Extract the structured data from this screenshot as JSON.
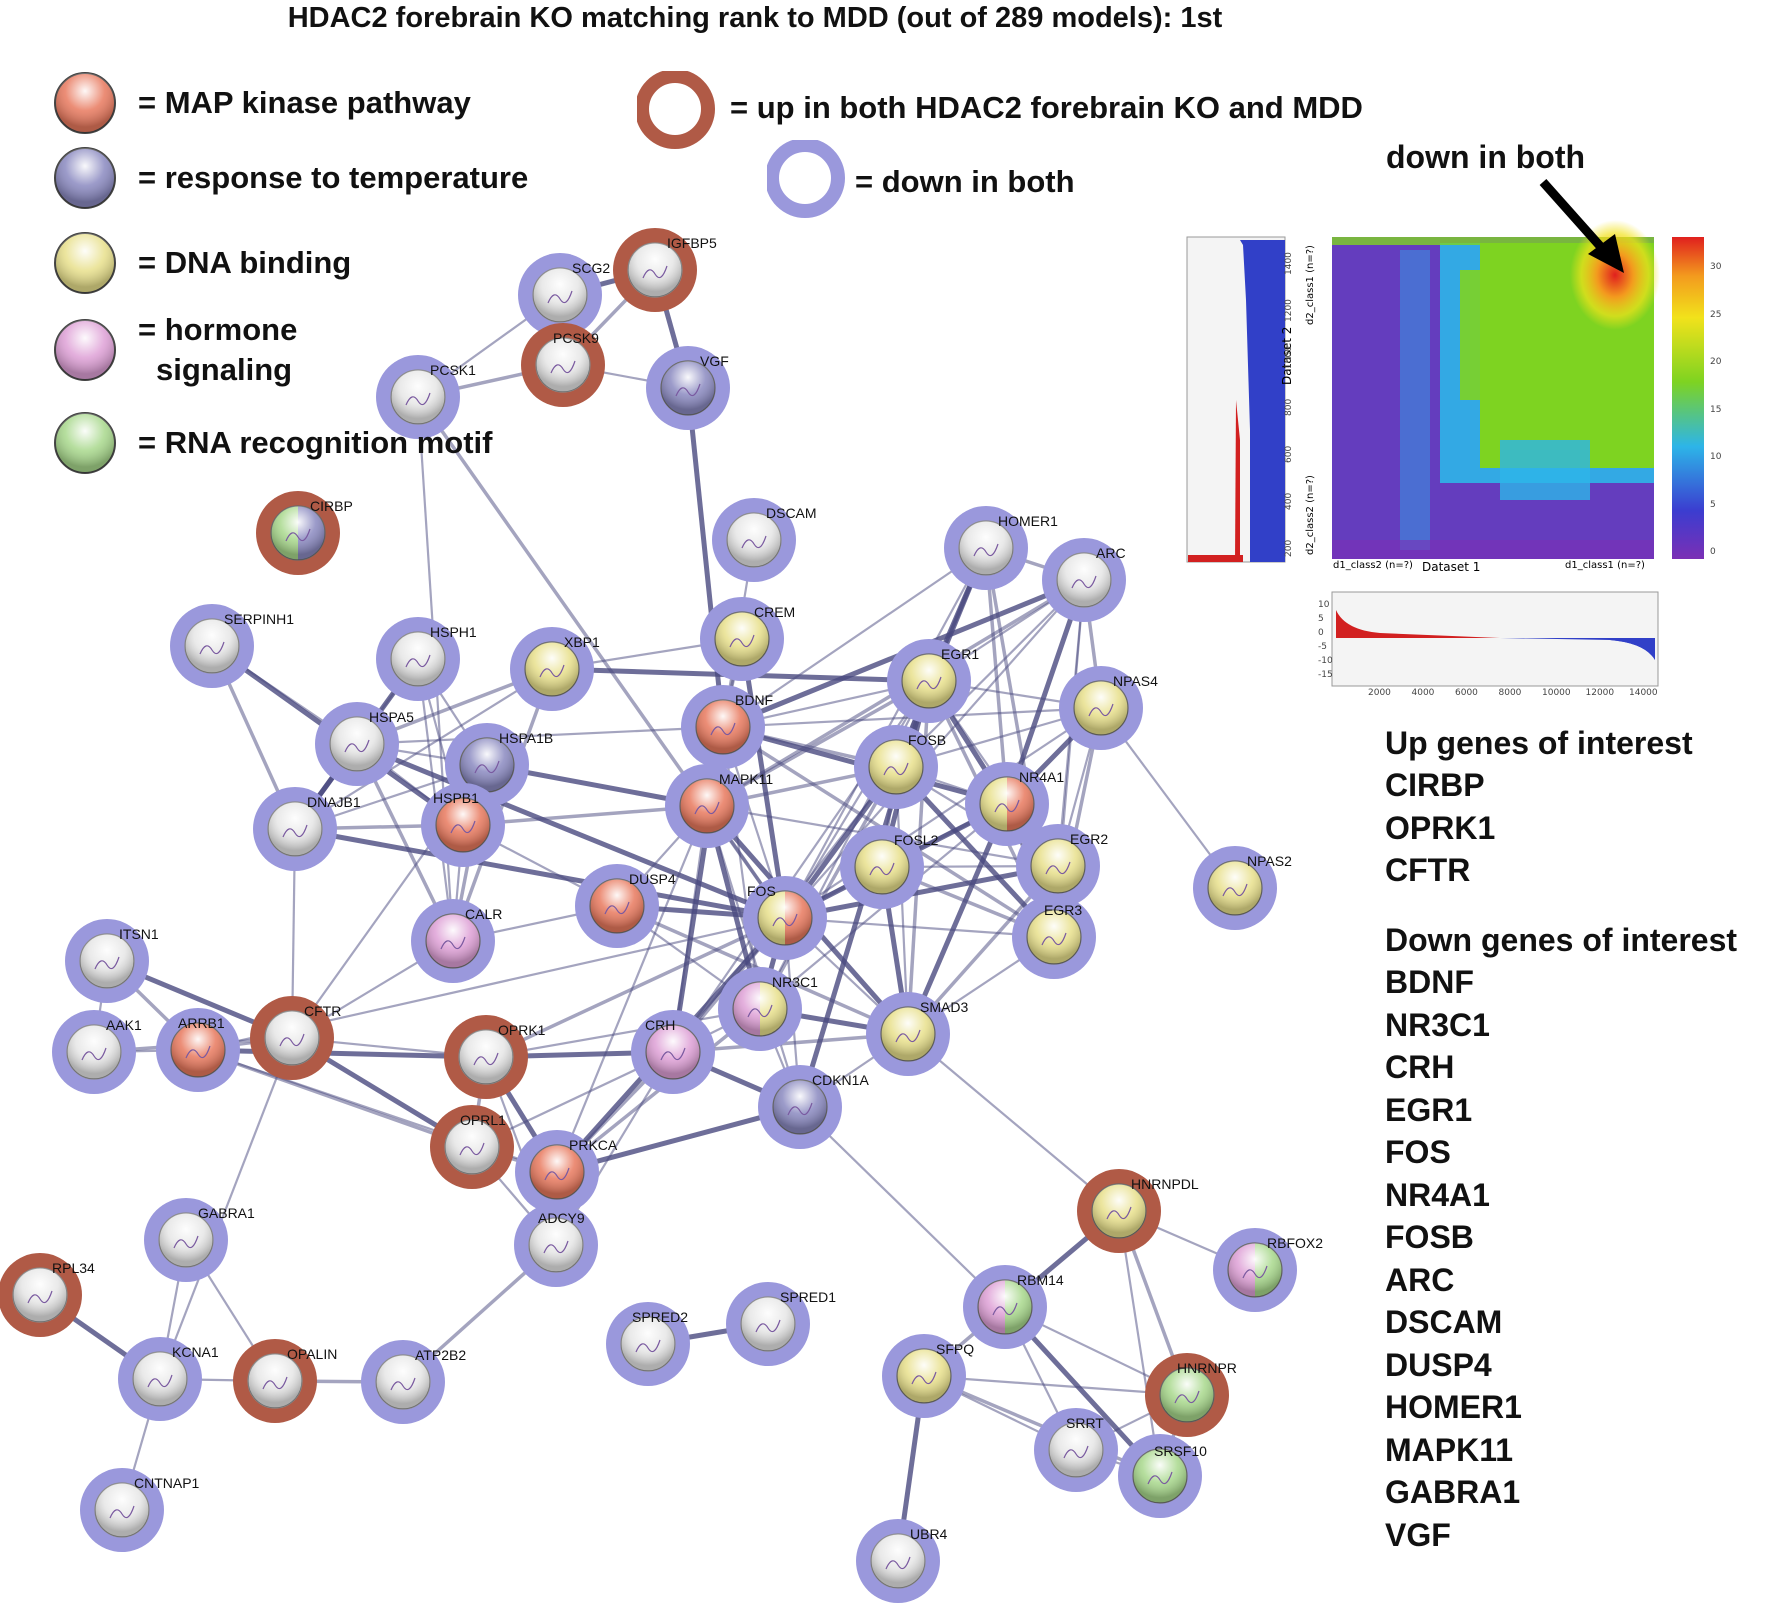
{
  "title": "HDAC2 forebrain KO matching rank to MDD (out of 289 models): 1st",
  "legend_categories": [
    {
      "key": "map",
      "label": "= MAP kinase pathway",
      "color": "#e8795e"
    },
    {
      "key": "temp",
      "label": "= response to temperature",
      "color": "#8a89c0"
    },
    {
      "key": "dna",
      "label": "= DNA binding",
      "color": "#e8e08c"
    },
    {
      "key": "hormone",
      "label": "= hormone",
      "label2": "signaling",
      "color": "#dea0d6"
    },
    {
      "key": "rna",
      "label": "= RNA recognition motif",
      "color": "#a8d88c"
    }
  ],
  "legend_rings": {
    "up": {
      "label": "= up in both HDAC2 forebrain KO and MDD",
      "color": "#b05a46"
    },
    "down": {
      "label": "= down in both",
      "color": "#9a98dc"
    }
  },
  "annotation": "down in both",
  "genes_up": {
    "title": "Up genes of interest",
    "items": [
      "CIRBP",
      "OPRK1",
      "CFTR"
    ]
  },
  "genes_down": {
    "title": "Down genes of interest",
    "items": [
      "BDNF",
      "NR3C1",
      "CRH",
      "EGR1",
      "FOS",
      "NR4A1",
      "FOSB",
      "ARC",
      "DSCAM",
      "DUSP4",
      "HOMER1",
      "MAPK11",
      "GABRA1",
      "VGF"
    ]
  },
  "heatmap": {
    "xlabel": "Dataset 1",
    "ylabel": "Dataset 2",
    "x_left": "d1_class2 (n=?)",
    "x_right": "d1_class1 (n=?)",
    "y_top": "d2_class1 (n=?)",
    "y_bottom": "d2_class2 (n=?)",
    "colorbar_ticks": [
      "30",
      "25",
      "20",
      "15",
      "10",
      "5",
      "0"
    ],
    "side_ticks": [
      "1400",
      "1200",
      "1000",
      "800",
      "600",
      "400",
      "200"
    ],
    "bottom_ticks": [
      "2000",
      "4000",
      "6000",
      "8000",
      "10000",
      "12000",
      "14000"
    ],
    "bottom_y_ticks": [
      "10",
      "5",
      "0",
      "-5",
      "-10",
      "-15"
    ]
  },
  "nodes": [
    {
      "id": "SCG2",
      "ring": "down",
      "fill": "none"
    },
    {
      "id": "IGFBP5",
      "ring": "up",
      "fill": "none"
    },
    {
      "id": "PCSK9",
      "ring": "up",
      "fill": "none"
    },
    {
      "id": "VGF",
      "ring": "down",
      "fill": "temp"
    },
    {
      "id": "PCSK1",
      "ring": "down",
      "fill": "none"
    },
    {
      "id": "CIRBP",
      "ring": "up",
      "fill": "temp+rna"
    },
    {
      "id": "DSCAM",
      "ring": "down",
      "fill": "none"
    },
    {
      "id": "HOMER1",
      "ring": "down",
      "fill": "none"
    },
    {
      "id": "ARC",
      "ring": "down",
      "fill": "none"
    },
    {
      "id": "CREM",
      "ring": "down",
      "fill": "dna"
    },
    {
      "id": "SERPINH1",
      "ring": "down",
      "fill": "none"
    },
    {
      "id": "HSPH1",
      "ring": "down",
      "fill": "none"
    },
    {
      "id": "XBP1",
      "ring": "down",
      "fill": "dna"
    },
    {
      "id": "EGR1",
      "ring": "down",
      "fill": "dna"
    },
    {
      "id": "NPAS4",
      "ring": "down",
      "fill": "dna"
    },
    {
      "id": "HSPA5",
      "ring": "down",
      "fill": "none"
    },
    {
      "id": "HSPA1B",
      "ring": "down",
      "fill": "temp"
    },
    {
      "id": "BDNF",
      "ring": "down",
      "fill": "map"
    },
    {
      "id": "FOSB",
      "ring": "down",
      "fill": "dna"
    },
    {
      "id": "NR4A1",
      "ring": "down",
      "fill": "map+dna"
    },
    {
      "id": "MAPK11",
      "ring": "down",
      "fill": "map"
    },
    {
      "id": "DNAJB1",
      "ring": "down",
      "fill": "none"
    },
    {
      "id": "HSPB1",
      "ring": "down",
      "fill": "map"
    },
    {
      "id": "FOSL2",
      "ring": "down",
      "fill": "dna"
    },
    {
      "id": "EGR2",
      "ring": "down",
      "fill": "dna"
    },
    {
      "id": "NPAS2",
      "ring": "down",
      "fill": "dna"
    },
    {
      "id": "DUSP4",
      "ring": "down",
      "fill": "map"
    },
    {
      "id": "FOS",
      "ring": "down",
      "fill": "map+dna"
    },
    {
      "id": "CALR",
      "ring": "down",
      "fill": "hormone"
    },
    {
      "id": "EGR3",
      "ring": "down",
      "fill": "dna"
    },
    {
      "id": "ITSN1",
      "ring": "down",
      "fill": "none"
    },
    {
      "id": "NR3C1",
      "ring": "down",
      "fill": "dna+hormone"
    },
    {
      "id": "AAK1",
      "ring": "down",
      "fill": "none"
    },
    {
      "id": "ARRB1",
      "ring": "down",
      "fill": "map"
    },
    {
      "id": "CFTR",
      "ring": "up",
      "fill": "none"
    },
    {
      "id": "SMAD3",
      "ring": "down",
      "fill": "dna"
    },
    {
      "id": "OPRK1",
      "ring": "up",
      "fill": "none"
    },
    {
      "id": "CRH",
      "ring": "down",
      "fill": "hormone"
    },
    {
      "id": "CDKN1A",
      "ring": "down",
      "fill": "temp"
    },
    {
      "id": "OPRL1",
      "ring": "up",
      "fill": "none"
    },
    {
      "id": "PRKCA",
      "ring": "down",
      "fill": "map"
    },
    {
      "id": "HNRNPDL",
      "ring": "up",
      "fill": "dna"
    },
    {
      "id": "GABRA1",
      "ring": "down",
      "fill": "none"
    },
    {
      "id": "ADCY9",
      "ring": "down",
      "fill": "none"
    },
    {
      "id": "RBFOX2",
      "ring": "down",
      "fill": "rna+hormone"
    },
    {
      "id": "RPL34",
      "ring": "up",
      "fill": "none"
    },
    {
      "id": "RBM14",
      "ring": "down",
      "fill": "rna+hormone"
    },
    {
      "id": "SPRED2",
      "ring": "down",
      "fill": "none"
    },
    {
      "id": "SPRED1",
      "ring": "down",
      "fill": "none"
    },
    {
      "id": "KCNA1",
      "ring": "down",
      "fill": "none"
    },
    {
      "id": "OPALIN",
      "ring": "up",
      "fill": "none"
    },
    {
      "id": "ATP2B2",
      "ring": "down",
      "fill": "none"
    },
    {
      "id": "SFPQ",
      "ring": "down",
      "fill": "dna"
    },
    {
      "id": "HNRNPR",
      "ring": "up",
      "fill": "rna"
    },
    {
      "id": "SRRT",
      "ring": "down",
      "fill": "none"
    },
    {
      "id": "SRSF10",
      "ring": "down",
      "fill": "rna"
    },
    {
      "id": "CNTNAP1",
      "ring": "down",
      "fill": "none"
    },
    {
      "id": "UBR4",
      "ring": "down",
      "fill": "none"
    }
  ],
  "edges": [
    [
      "SCG2",
      "IGFBP5"
    ],
    [
      "SCG2",
      "PCSK9"
    ],
    [
      "SCG2",
      "PCSK1"
    ],
    [
      "IGFBP5",
      "PCSK9"
    ],
    [
      "IGFBP5",
      "VGF"
    ],
    [
      "PCSK9",
      "VGF"
    ],
    [
      "PCSK9",
      "PCSK1"
    ],
    [
      "PCSK9",
      "SCG2"
    ],
    [
      "VGF",
      "BDNF"
    ],
    [
      "PCSK1",
      "FOS"
    ],
    [
      "PCSK1",
      "CALR"
    ],
    [
      "DSCAM",
      "BDNF"
    ],
    [
      "CREM",
      "FOS"
    ],
    [
      "CREM",
      "BDNF"
    ],
    [
      "CREM",
      "XBP1"
    ],
    [
      "HOMER1",
      "ARC"
    ],
    [
      "HOMER1",
      "EGR1"
    ],
    [
      "HOMER1",
      "FOS"
    ],
    [
      "HOMER1",
      "NR4A1"
    ],
    [
      "HOMER1",
      "BDNF"
    ],
    [
      "HOMER1",
      "FOSB"
    ],
    [
      "HOMER1",
      "EGR3"
    ],
    [
      "ARC",
      "EGR1"
    ],
    [
      "ARC",
      "FOS"
    ],
    [
      "ARC",
      "NR4A1"
    ],
    [
      "ARC",
      "FOSB"
    ],
    [
      "ARC",
      "EGR3"
    ],
    [
      "ARC",
      "NPAS4"
    ],
    [
      "ARC",
      "BDNF"
    ],
    [
      "ARC",
      "EGR2"
    ],
    [
      "ARC",
      "MAPK11"
    ],
    [
      "SERPINH1",
      "HSPA5"
    ],
    [
      "SERPINH1",
      "HSPB1"
    ],
    [
      "SERPINH1",
      "DNAJB1"
    ],
    [
      "HSPH1",
      "HSPA5"
    ],
    [
      "HSPH1",
      "HSPA1B"
    ],
    [
      "HSPH1",
      "DNAJB1"
    ],
    [
      "HSPH1",
      "HSPB1"
    ],
    [
      "HSPH1",
      "CALR"
    ],
    [
      "XBP1",
      "HSPA5"
    ],
    [
      "XBP1",
      "EGR1"
    ],
    [
      "XBP1",
      "DNAJB1"
    ],
    [
      "XBP1",
      "CALR"
    ],
    [
      "HSPA5",
      "HSPA1B"
    ],
    [
      "HSPA5",
      "DNAJB1"
    ],
    [
      "HSPA5",
      "CALR"
    ],
    [
      "HSPA5",
      "HSPB1"
    ],
    [
      "HSPA5",
      "BDNF"
    ],
    [
      "HSPA5",
      "FOS"
    ],
    [
      "HSPA1B",
      "HSPB1"
    ],
    [
      "HSPA1B",
      "DNAJB1"
    ],
    [
      "HSPA1B",
      "CALR"
    ],
    [
      "HSPA1B",
      "MAPK11"
    ],
    [
      "HSPA1B",
      "CFTR"
    ],
    [
      "DNAJB1",
      "HSPB1"
    ],
    [
      "DNAJB1",
      "CFTR"
    ],
    [
      "DNAJB1",
      "FOS"
    ],
    [
      "HSPB1",
      "MAPK11"
    ],
    [
      "HSPB1",
      "CALR"
    ],
    [
      "HSPB1",
      "DUSP4"
    ],
    [
      "BDNF",
      "MAPK11"
    ],
    [
      "BDNF",
      "FOS"
    ],
    [
      "BDNF",
      "EGR1"
    ],
    [
      "BDNF",
      "FOSB"
    ],
    [
      "BDNF",
      "NR4A1"
    ],
    [
      "BDNF",
      "NPAS4"
    ],
    [
      "BDNF",
      "CREM"
    ],
    [
      "BDNF",
      "NR3C1"
    ],
    [
      "BDNF",
      "CRH"
    ],
    [
      "BDNF",
      "EGR3"
    ],
    [
      "EGR1",
      "FOS"
    ],
    [
      "EGR1",
      "FOSB"
    ],
    [
      "EGR1",
      "NR4A1"
    ],
    [
      "EGR1",
      "NPAS4"
    ],
    [
      "EGR1",
      "EGR2"
    ],
    [
      "EGR1",
      "EGR3"
    ],
    [
      "EGR1",
      "FOSL2"
    ],
    [
      "EGR1",
      "NR3C1"
    ],
    [
      "EGR1",
      "SMAD3"
    ],
    [
      "EGR1",
      "CRH"
    ],
    [
      "EGR1",
      "CDKN1A"
    ],
    [
      "EGR1",
      "MAPK11"
    ],
    [
      "NPAS4",
      "FOS"
    ],
    [
      "NPAS4",
      "FOSB"
    ],
    [
      "NPAS4",
      "NR4A1"
    ],
    [
      "NPAS4",
      "EGR2"
    ],
    [
      "NPAS4",
      "NPAS2"
    ],
    [
      "NPAS4",
      "EGR3"
    ],
    [
      "FOSB",
      "FOS"
    ],
    [
      "FOSB",
      "NR4A1"
    ],
    [
      "FOSB",
      "FOSL2"
    ],
    [
      "FOSB",
      "EGR2"
    ],
    [
      "FOSB",
      "EGR3"
    ],
    [
      "FOSB",
      "NR3C1"
    ],
    [
      "FOSB",
      "SMAD3"
    ],
    [
      "FOSB",
      "CRH"
    ],
    [
      "NR4A1",
      "FOS"
    ],
    [
      "NR4A1",
      "EGR2"
    ],
    [
      "NR4A1",
      "EGR3"
    ],
    [
      "NR4A1",
      "FOSL2"
    ],
    [
      "NR4A1",
      "SMAD3"
    ],
    [
      "NR4A1",
      "NR3C1"
    ],
    [
      "MAPK11",
      "FOS"
    ],
    [
      "MAPK11",
      "DUSP4"
    ],
    [
      "MAPK11",
      "NR3C1"
    ],
    [
      "MAPK11",
      "FOSB"
    ],
    [
      "MAPK11",
      "CRH"
    ],
    [
      "MAPK11",
      "PRKCA"
    ],
    [
      "MAPK11",
      "SMAD3"
    ],
    [
      "MAPK11",
      "EGR2"
    ],
    [
      "MAPK11",
      "CDKN1A"
    ],
    [
      "FOSL2",
      "FOS"
    ],
    [
      "FOSL2",
      "SMAD3"
    ],
    [
      "FOSL2",
      "EGR2"
    ],
    [
      "FOSL2",
      "EGR3"
    ],
    [
      "EGR2",
      "EGR3"
    ],
    [
      "EGR2",
      "FOS"
    ],
    [
      "EGR2",
      "SMAD3"
    ],
    [
      "EGR3",
      "FOS"
    ],
    [
      "EGR3",
      "SMAD3"
    ],
    [
      "DUSP4",
      "FOS"
    ],
    [
      "DUSP4",
      "CALR"
    ],
    [
      "DUSP4",
      "NR3C1"
    ],
    [
      "DUSP4",
      "SMAD3"
    ],
    [
      "FOS",
      "NR3C1"
    ],
    [
      "FOS",
      "SMAD3"
    ],
    [
      "FOS",
      "CRH"
    ],
    [
      "FOS",
      "CDKN1A"
    ],
    [
      "FOS",
      "PRKCA"
    ],
    [
      "FOS",
      "OPRK1"
    ],
    [
      "FOS",
      "ARRB1"
    ],
    [
      "NR3C1",
      "CRH"
    ],
    [
      "NR3C1",
      "SMAD3"
    ],
    [
      "NR3C1",
      "CDKN1A"
    ],
    [
      "NR3C1",
      "OPRK1"
    ],
    [
      "NR3C1",
      "PRKCA"
    ],
    [
      "CRH",
      "OPRK1"
    ],
    [
      "CRH",
      "OPRL1"
    ],
    [
      "CRH",
      "PRKCA"
    ],
    [
      "CRH",
      "ADCY9"
    ],
    [
      "CRH",
      "CDKN1A"
    ],
    [
      "CRH",
      "SMAD3"
    ],
    [
      "SMAD3",
      "CDKN1A"
    ],
    [
      "SMAD3",
      "HNRNPDL"
    ],
    [
      "CDKN1A",
      "PRKCA"
    ],
    [
      "CDKN1A",
      "RBM14"
    ],
    [
      "ITSN1",
      "AAK1"
    ],
    [
      "ITSN1",
      "ARRB1"
    ],
    [
      "ITSN1",
      "CFTR"
    ],
    [
      "AAK1",
      "ARRB1"
    ],
    [
      "AAK1",
      "CFTR"
    ],
    [
      "ARRB1",
      "CFTR"
    ],
    [
      "ARRB1",
      "OPRK1"
    ],
    [
      "ARRB1",
      "OPRL1"
    ],
    [
      "ARRB1",
      "PRKCA"
    ],
    [
      "CFTR",
      "OPRK1"
    ],
    [
      "CFTR",
      "OPRL1"
    ],
    [
      "CFTR",
      "KCNA1"
    ],
    [
      "CFTR",
      "CALR"
    ],
    [
      "OPRK1",
      "OPRL1"
    ],
    [
      "OPRK1",
      "PRKCA"
    ],
    [
      "OPRK1",
      "ADCY9"
    ],
    [
      "OPRL1",
      "PRKCA"
    ],
    [
      "OPRL1",
      "ADCY9"
    ],
    [
      "PRKCA",
      "ADCY9"
    ],
    [
      "ADCY9",
      "ATP2B2"
    ],
    [
      "GABRA1",
      "KCNA1"
    ],
    [
      "GABRA1",
      "OPALIN"
    ],
    [
      "RPL34",
      "KCNA1"
    ],
    [
      "KCNA1",
      "OPALIN"
    ],
    [
      "KCNA1",
      "CNTNAP1"
    ],
    [
      "OPALIN",
      "ATP2B2"
    ],
    [
      "SPRED2",
      "SPRED1"
    ],
    [
      "HNRNPDL",
      "RBFOX2"
    ],
    [
      "HNRNPDL",
      "HNRNPR"
    ],
    [
      "HNRNPDL",
      "SRSF10"
    ],
    [
      "HNRNPDL",
      "RBM14"
    ],
    [
      "RBM14",
      "SFPQ"
    ],
    [
      "RBM14",
      "HNRNPR"
    ],
    [
      "RBM14",
      "SRRT"
    ],
    [
      "RBM14",
      "SRSF10"
    ],
    [
      "SFPQ",
      "HNRNPR"
    ],
    [
      "SFPQ",
      "SRRT"
    ],
    [
      "SFPQ",
      "SRSF10"
    ],
    [
      "SFPQ",
      "UBR4"
    ],
    [
      "HNRNPR",
      "SRRT"
    ],
    [
      "HNRNPR",
      "SRSF10"
    ],
    [
      "SRRT",
      "SRSF10"
    ]
  ]
}
